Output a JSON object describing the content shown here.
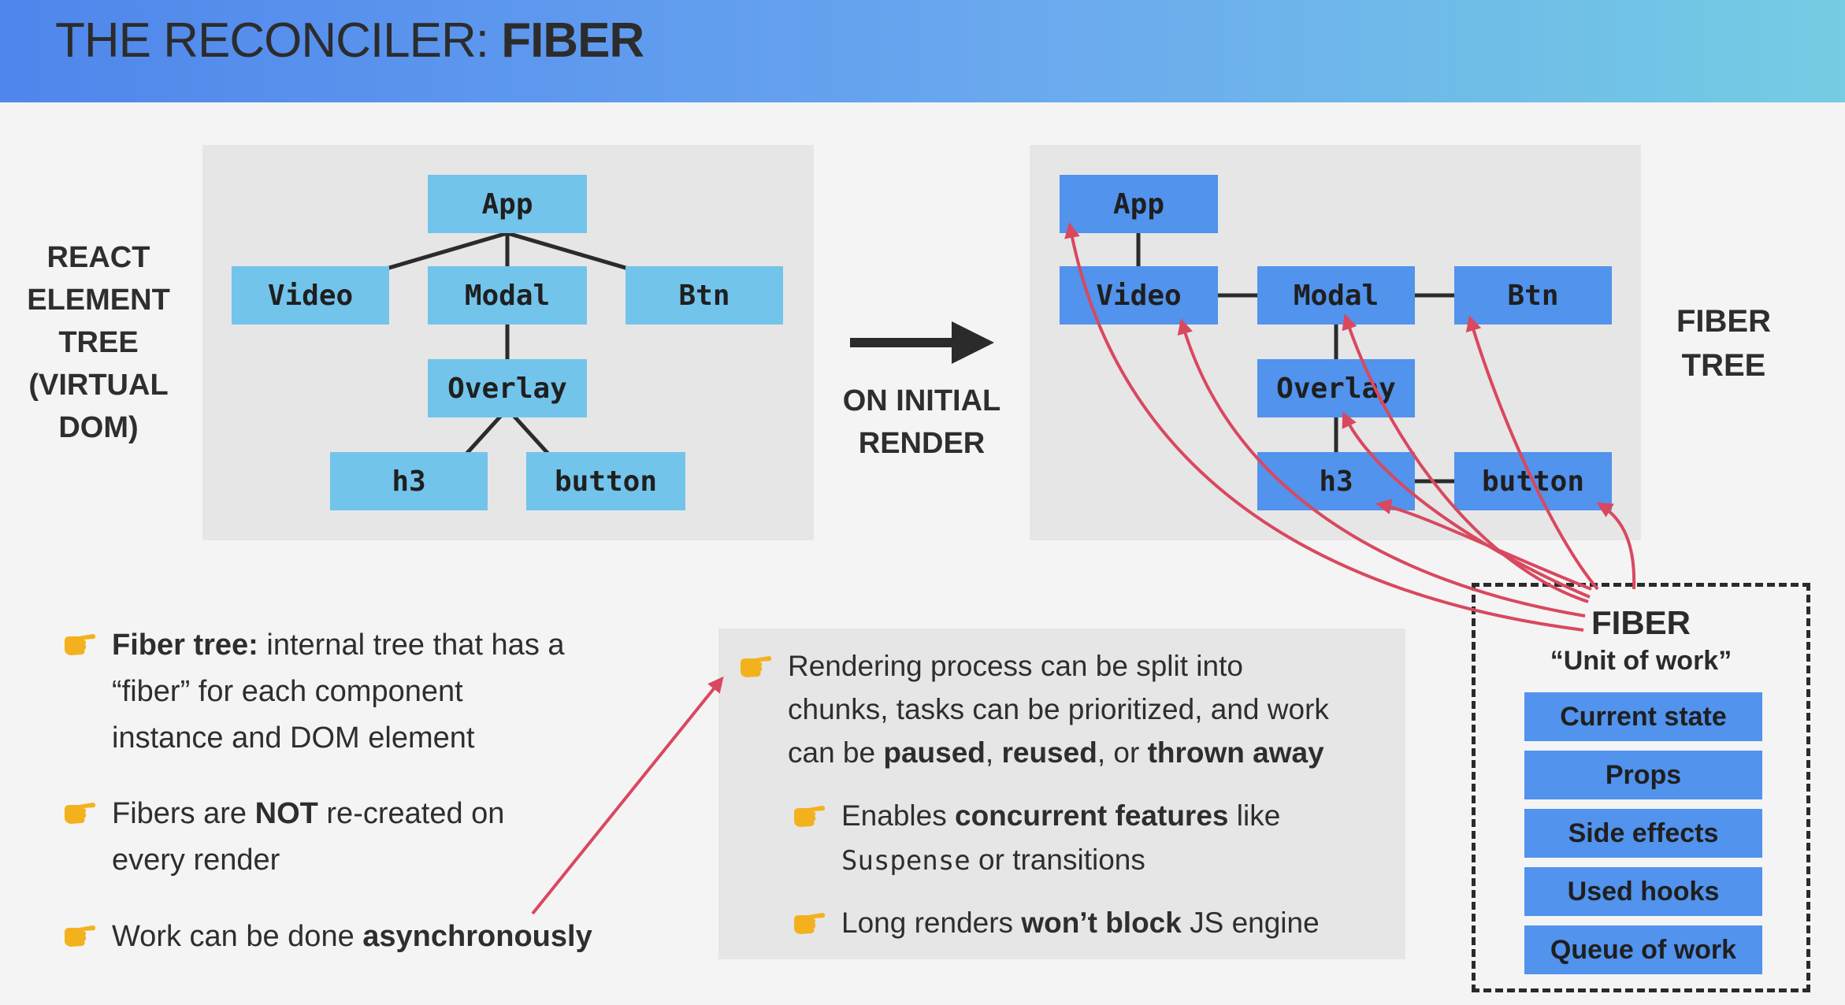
{
  "header": {
    "title_regular": "THE RECONCILER: ",
    "title_bold": "FIBER"
  },
  "react_tree": {
    "label_lines": [
      "REACT",
      "ELEMENT",
      "TREE",
      "(VIRTUAL",
      "DOM)"
    ],
    "nodes": {
      "app": "App",
      "video": "Video",
      "modal": "Modal",
      "btn": "Btn",
      "overlay": "Overlay",
      "h3": "h3",
      "button": "button"
    }
  },
  "transition": {
    "label_lines": [
      "ON INITIAL",
      "RENDER"
    ]
  },
  "fiber_tree": {
    "label_lines": [
      "FIBER",
      "TREE"
    ],
    "nodes": {
      "app": "App",
      "video": "Video",
      "modal": "Modal",
      "btn": "Btn",
      "overlay": "Overlay",
      "h3": "h3",
      "button": "button"
    }
  },
  "fiber_unit": {
    "title": "FIBER",
    "subtitle": "“Unit of work”",
    "items": [
      "Current state",
      "Props",
      "Side effects",
      "Used hooks",
      "Queue of work"
    ]
  },
  "bullets": {
    "b1": {
      "bold": "Fiber tree:",
      "text1": " internal tree that has a",
      "line2": "“fiber” for each component",
      "line3": "instance and DOM element"
    },
    "b2": {
      "pre": "Fibers are ",
      "bold": "NOT",
      "post": " re-created on",
      "line2": "every render"
    },
    "b3": {
      "pre": "Work can be done ",
      "bold": "asynchronously"
    }
  },
  "info_panel": {
    "line1": "Rendering process can be split into",
    "line2": "chunks, tasks can be prioritized, and work",
    "line3_pre": "can be ",
    "line3_b1": "paused",
    "line3_s1": ", ",
    "line3_b2": "reused",
    "line3_s2": ", or ",
    "line3_b3": "thrown away",
    "sub1_pre": "Enables ",
    "sub1_bold": "concurrent features",
    "sub1_post": " like",
    "sub1_mono": "Suspense",
    "sub1_tail": " or transitions",
    "sub2_pre": "Long renders ",
    "sub2_bold": "won’t block",
    "sub2_post": " JS engine"
  },
  "colors": {
    "header_start": "#4f86ec",
    "header_end": "#74cde3",
    "react_node": "#72c4ea",
    "fiber_node": "#5193ed",
    "curve": "#d9485f",
    "bullet_icon": "#f3b21d"
  }
}
